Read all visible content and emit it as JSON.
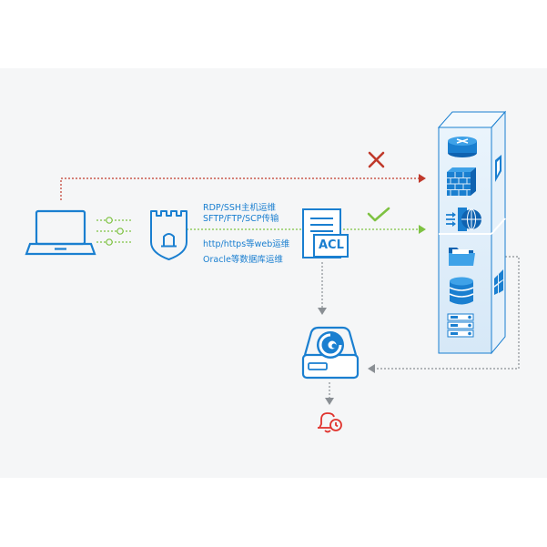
{
  "labels": {
    "line1": "RDP/SSH主机运维",
    "line2": "SFTP/FTP/SCP传输",
    "line3": "http/https等web运维",
    "line4": "Oracle等数据库运维",
    "acl": "ACL"
  },
  "icons": {
    "client": "laptop-icon",
    "filter": "slider-controls-icon",
    "bastion": "shield-castle-icon",
    "acl": "acl-document-icon",
    "deny": "red-x-icon",
    "allow": "green-check-icon",
    "audit": "storage-disk-icon",
    "alarm": "alarm-bell-icon",
    "rack": "server-rack-icon"
  },
  "colors": {
    "blue": "#1a7fd0",
    "deny": "#c0392b",
    "allow": "#7ec242",
    "gray": "#8a8f94"
  }
}
